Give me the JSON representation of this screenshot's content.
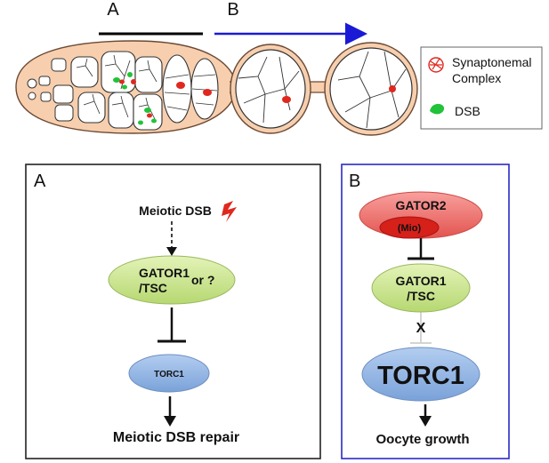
{
  "top": {
    "stage_a_label": "A",
    "stage_b_label": "B"
  },
  "legend": {
    "synaptonemal_line1": "Synaptonemal",
    "synaptonemal_line2": "Complex",
    "dsb": "DSB"
  },
  "panel_a": {
    "letter": "A",
    "meiotic_dsb": "Meiotic DSB",
    "gator1_line1": "GATOR1",
    "gator1_line2": "/TSC",
    "or_text": "or ?",
    "torc1": "TORC1",
    "outcome": "Meiotic DSB repair"
  },
  "panel_b": {
    "letter": "B",
    "gator2": "GATOR2",
    "mio": "(Mio)",
    "gator1_line1": "GATOR1",
    "gator1_line2": "/TSC",
    "x_mark": "X",
    "torc1": "TORC1",
    "outcome": "Oocyte growth"
  },
  "colors": {
    "ovariole_fill": "#f7cfae",
    "panel_a_border": "#222222",
    "panel_b_border": "#2a2ac4",
    "arrow_blue": "#1a1ad6",
    "green_ellipse": "#c9e58a",
    "blue_ellipse": "#8fb3e3",
    "red_ellipse": "#ec6d6a",
    "dsb_green": "#22c23a",
    "sc_red": "#e0281e"
  }
}
